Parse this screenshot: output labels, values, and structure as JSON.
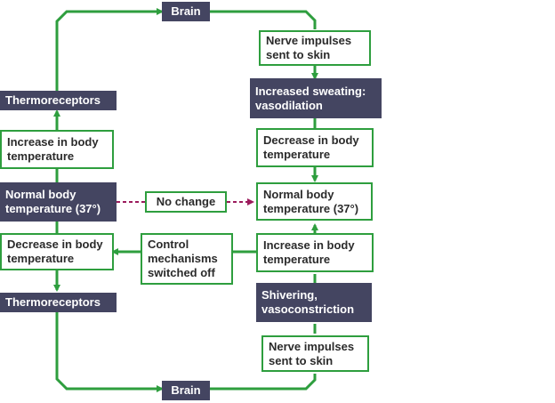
{
  "colors": {
    "dark_box": "#444561",
    "arrow_green": "#2e9e3e",
    "dashed_arrow": "#9b1b5c"
  },
  "nodes": {
    "brain_top": "Brain",
    "nerve_top": "Nerve impulses sent to skin",
    "sweating": "Increased sweating: vasodilation",
    "decrease_right": "Decrease in body temperature",
    "normal_right": "Normal body temperature (37°)",
    "increase_right": "Increase in body temperature",
    "shivering": "Shivering, vasoconstriction",
    "nerve_bottom": "Nerve impulses sent to skin",
    "brain_bottom": "Brain",
    "thermo_top": "Thermoreceptors",
    "increase_left": "Increase in body temperature",
    "normal_left": "Normal body temperature (37°)",
    "decrease_left": "Decrease in body temperature",
    "thermo_bottom": "Thermoreceptors",
    "no_change": "No change",
    "control_off": "Control mechanisms switched off"
  }
}
